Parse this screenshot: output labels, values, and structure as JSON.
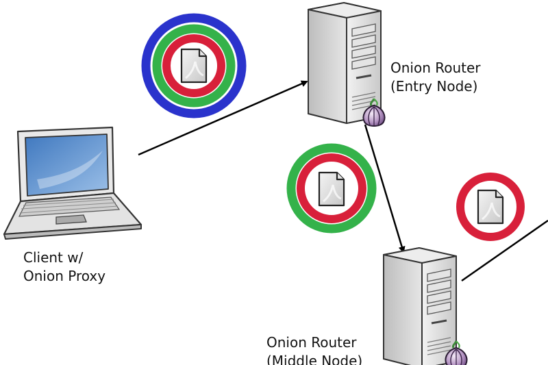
{
  "client": {
    "line1": "Client w/",
    "line2": "Onion Proxy"
  },
  "entry_node": {
    "line1": "Onion Router",
    "line2": "(Entry Node)"
  },
  "middle_node": {
    "line1": "Onion Router",
    "line2": "(Middle Node)"
  },
  "encryption_rings": {
    "client_to_entry": [
      "blue",
      "green",
      "red"
    ],
    "entry_to_middle": [
      "green",
      "red"
    ],
    "middle_to_exit": [
      "red"
    ]
  },
  "colors": {
    "ring_blue": "#2a33cc",
    "ring_green": "#34b24a",
    "ring_red": "#d8203a",
    "arrow": "#000000",
    "server_body": "#dcdcdc",
    "laptop_screen": "#5b8fc9"
  },
  "icons": [
    "laptop-icon",
    "server-icon",
    "onion-icon",
    "document-icon"
  ]
}
